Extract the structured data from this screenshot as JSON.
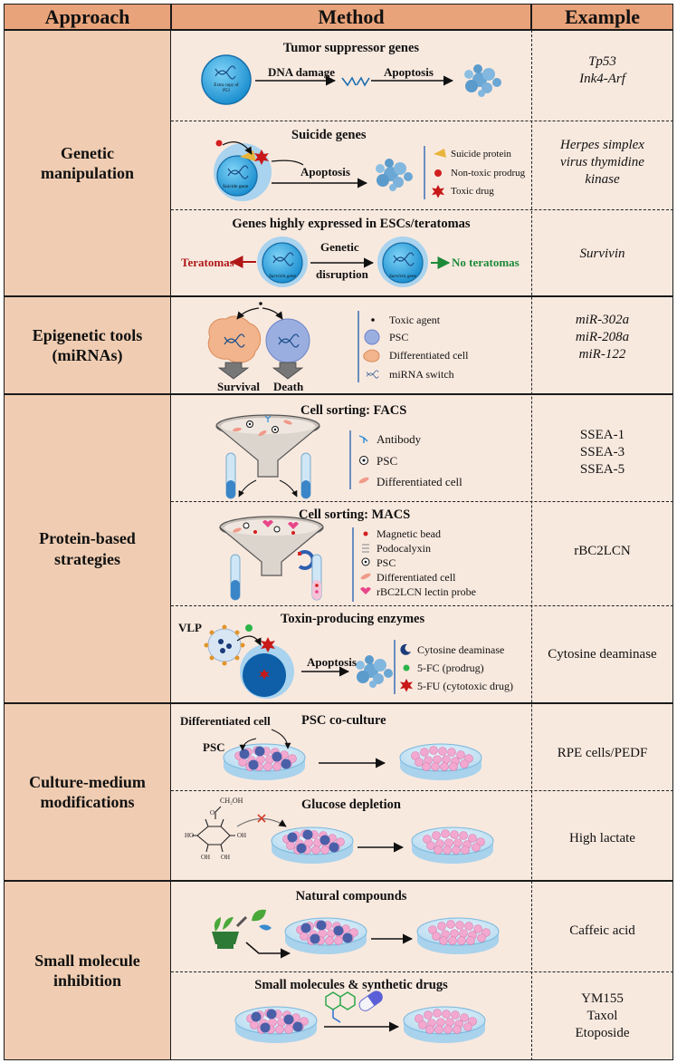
{
  "headers": {
    "approach": "Approach",
    "method": "Method",
    "example": "Example"
  },
  "approaches": [
    {
      "name": "Genetic manipulation"
    },
    {
      "name": "Epigenetic tools (miRNAs)"
    },
    {
      "name": "Protein-based strategies"
    },
    {
      "name": "Culture-medium modifications"
    },
    {
      "name": "Small molecule inhibition"
    }
  ],
  "methods": {
    "tumor": {
      "title": "Tumor suppressor genes",
      "dna_damage": "DNA damage",
      "apoptosis": "Apoptosis",
      "cell_label": "Extra copy of P53",
      "example": [
        "Tp53",
        "Ink4-Arf"
      ]
    },
    "suicide": {
      "title": "Suicide genes",
      "apoptosis": "Apoptosis",
      "cell_label": "Suicide gene",
      "legend": [
        "Suicide protein",
        "Non-toxic prodrug",
        "Toxic drug"
      ],
      "example": [
        "Herpes simplex",
        "virus thymidine",
        "kinase"
      ]
    },
    "esc": {
      "title": "Genes highly expressed in ESCs/teratomas",
      "teratomas": "Teratomas",
      "genetic": "Genetic",
      "disruption": "disruption",
      "no_teratomas": "No teratomas",
      "cell_label": "Survivin gene",
      "example": [
        "Survivin"
      ]
    },
    "mirna": {
      "legend": [
        "Toxic agent",
        "PSC",
        "Differentiated cell",
        "miRNA switch"
      ],
      "survival": "Survival",
      "death": "Death",
      "example": [
        "miR-302a",
        "miR-208a",
        "miR-122"
      ]
    },
    "facs": {
      "title": "Cell sorting: FACS",
      "legend": [
        "Antibody",
        "PSC",
        "Differentiated cell"
      ],
      "example": [
        "SSEA-1",
        "SSEA-3",
        "SSEA-5"
      ]
    },
    "macs": {
      "title": "Cell sorting: MACS",
      "legend": [
        "Magnetic bead",
        "Podocalyxin",
        "PSC",
        "Differentiated cell",
        "rBC2LCN lectin probe"
      ],
      "example": [
        "rBC2LCN"
      ]
    },
    "toxin": {
      "title": "Toxin-producing enzymes",
      "vlp": "VLP",
      "apoptosis": "Apoptosis",
      "legend": [
        "Cytosine deaminase",
        "5-FC (prodrug)",
        "5-FU (cytotoxic drug)"
      ],
      "example": [
        "Cytosine deaminase"
      ]
    },
    "coculture": {
      "title": "PSC co-culture",
      "diff_cell": "Differentiated cell",
      "psc": "PSC",
      "example": [
        "RPE cells/PEDF"
      ]
    },
    "glucose": {
      "title": "Glucose depletion",
      "example": [
        "High lactate"
      ]
    },
    "natural": {
      "title": "Natural compounds",
      "example": [
        "Caffeic acid"
      ]
    },
    "smallmol": {
      "title": "Small molecules & synthetic drugs",
      "example": [
        "YM155",
        "Taxol",
        "Etoposide"
      ]
    }
  },
  "colors": {
    "header": "#e9a37a",
    "approach_bg": "#f0cdb2",
    "method_bg": "#f8e9df",
    "cell_blue": "#2aa3de",
    "accent_red": "#b01616",
    "accent_green": "#1d8a3a"
  }
}
